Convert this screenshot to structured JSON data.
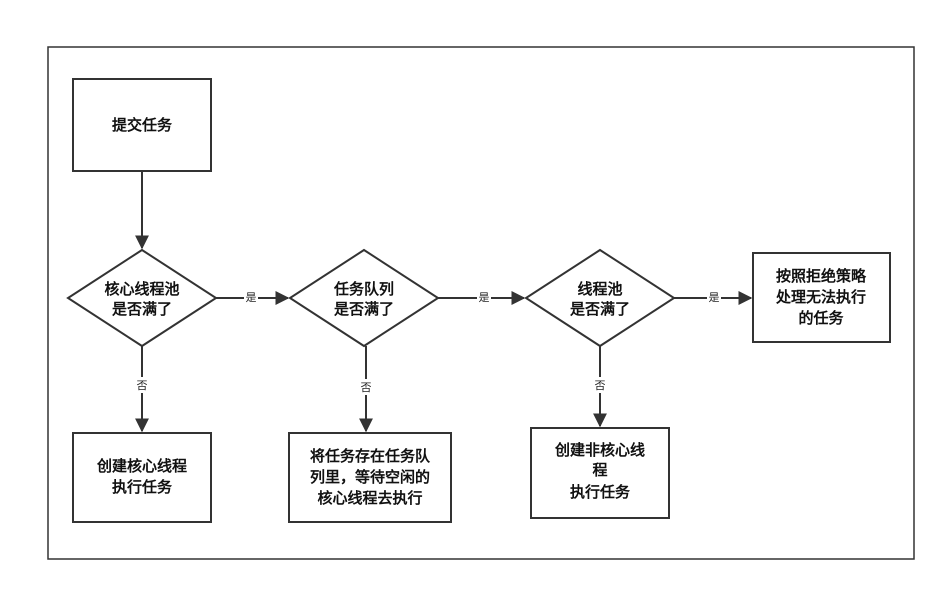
{
  "nodes": {
    "submit_task": "提交任务",
    "core_pool_full": [
      "核心线程池",
      "是否满了"
    ],
    "queue_full": [
      "任务队列",
      "是否满了"
    ],
    "pool_full": [
      "线程池",
      "是否满了"
    ],
    "reject_policy": [
      "按照拒绝策略",
      "处理无法执行",
      "的任务"
    ],
    "create_core_thread": [
      "创建核心线程",
      "执行任务"
    ],
    "enqueue_task": [
      "将任务存在任务队",
      "列里，等待空闲的",
      "核心线程去执行"
    ],
    "create_noncore_thread": [
      "创建非核心线",
      "程",
      "执行任务"
    ]
  },
  "edges": {
    "yes": "是",
    "no": "否"
  },
  "colors": {
    "stroke": "#333333",
    "text": "#111111",
    "background": "#ffffff"
  }
}
